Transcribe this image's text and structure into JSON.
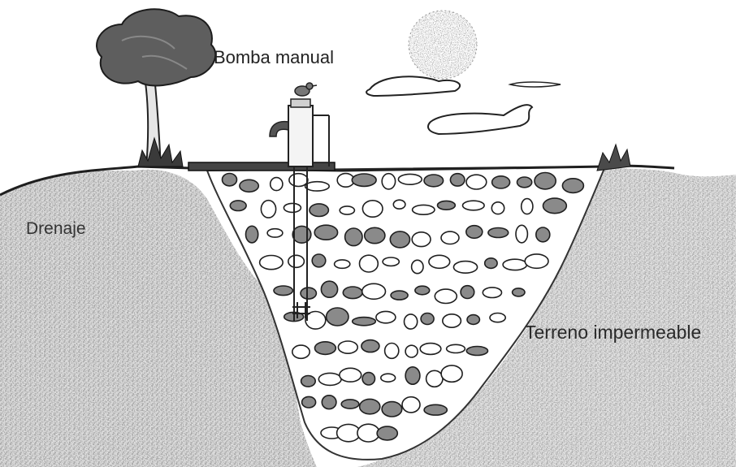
{
  "labels": {
    "pump": "Bomba manual",
    "drainage": "Drenaje",
    "impermeable": "Terreno impermeable"
  },
  "colors": {
    "ink": "#222222",
    "soil_speckle": "#9a9a9a",
    "stone_dark": "#8a8a8a",
    "stone_light": "#ffffff",
    "background": "#ffffff"
  },
  "icons": [
    "tree-icon",
    "sun-icon",
    "cloud-icon",
    "hand-pump-icon",
    "bird-icon",
    "grass-tuft-icon"
  ]
}
